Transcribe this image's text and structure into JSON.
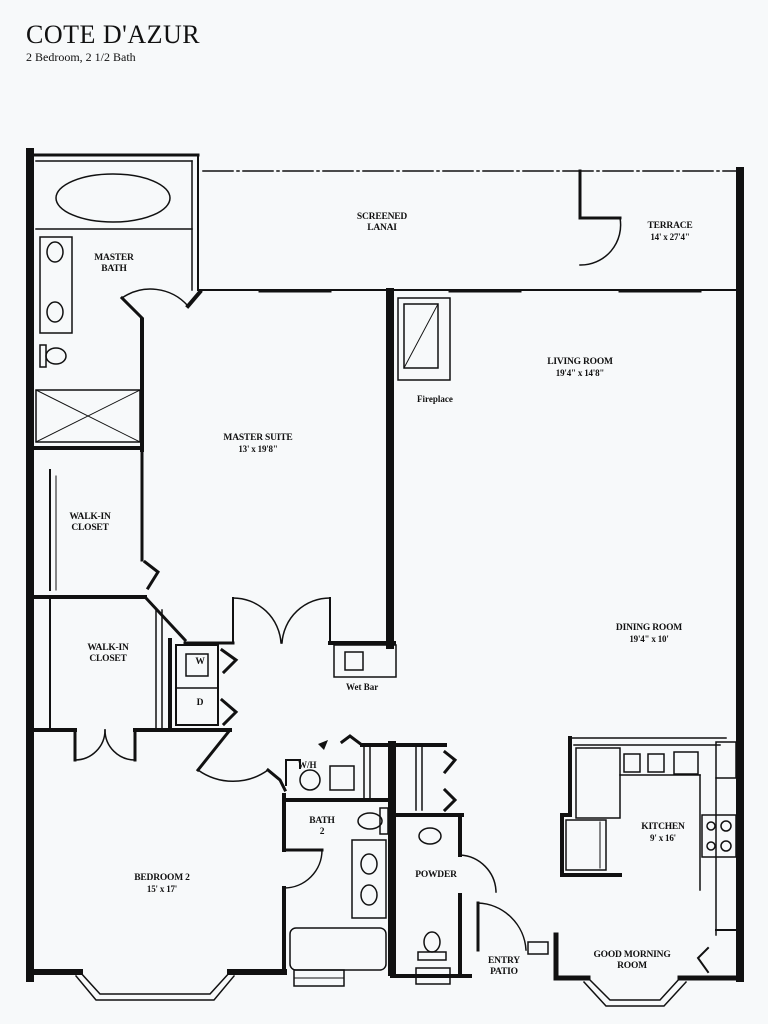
{
  "header": {
    "title": "COTE D'AZUR",
    "subtitle": "2 Bedroom, 2 1/2 Bath"
  },
  "rooms": {
    "screened_lanai": {
      "name": "Screened",
      "name2": "Lanai"
    },
    "terrace": {
      "name": "Terrace",
      "size": "14' x 27'4\""
    },
    "master_bath": {
      "name": "Master",
      "name2": "Bath"
    },
    "living_room": {
      "name": "Living Room",
      "size": "19'4\" x 14'8\""
    },
    "master_suite": {
      "name": "Master Suite",
      "size": "13' x 19'8\""
    },
    "walk_in_closet_1": {
      "name": "Walk-In",
      "name2": "Closet"
    },
    "walk_in_closet_2": {
      "name": "Walk-In",
      "name2": "Closet"
    },
    "dining_room": {
      "name": "Dining Room",
      "size": "19'4\" x 10'"
    },
    "kitchen": {
      "name": "Kitchen",
      "size": "9' x 16'"
    },
    "bath_2": {
      "name": "Bath",
      "name2": "2"
    },
    "bedroom_2": {
      "name": "Bedroom 2",
      "size": "15' x 17'"
    },
    "powder": {
      "name": "Powder"
    },
    "entry_patio": {
      "name": "Entry",
      "name2": "Patio"
    },
    "good_morning_room": {
      "name": "Good Morning",
      "name2": "Room"
    }
  },
  "fixtures": {
    "fireplace": "Fireplace",
    "wet_bar": "Wet Bar",
    "washer": "W",
    "dryer": "D",
    "water_heater": "W/H"
  }
}
